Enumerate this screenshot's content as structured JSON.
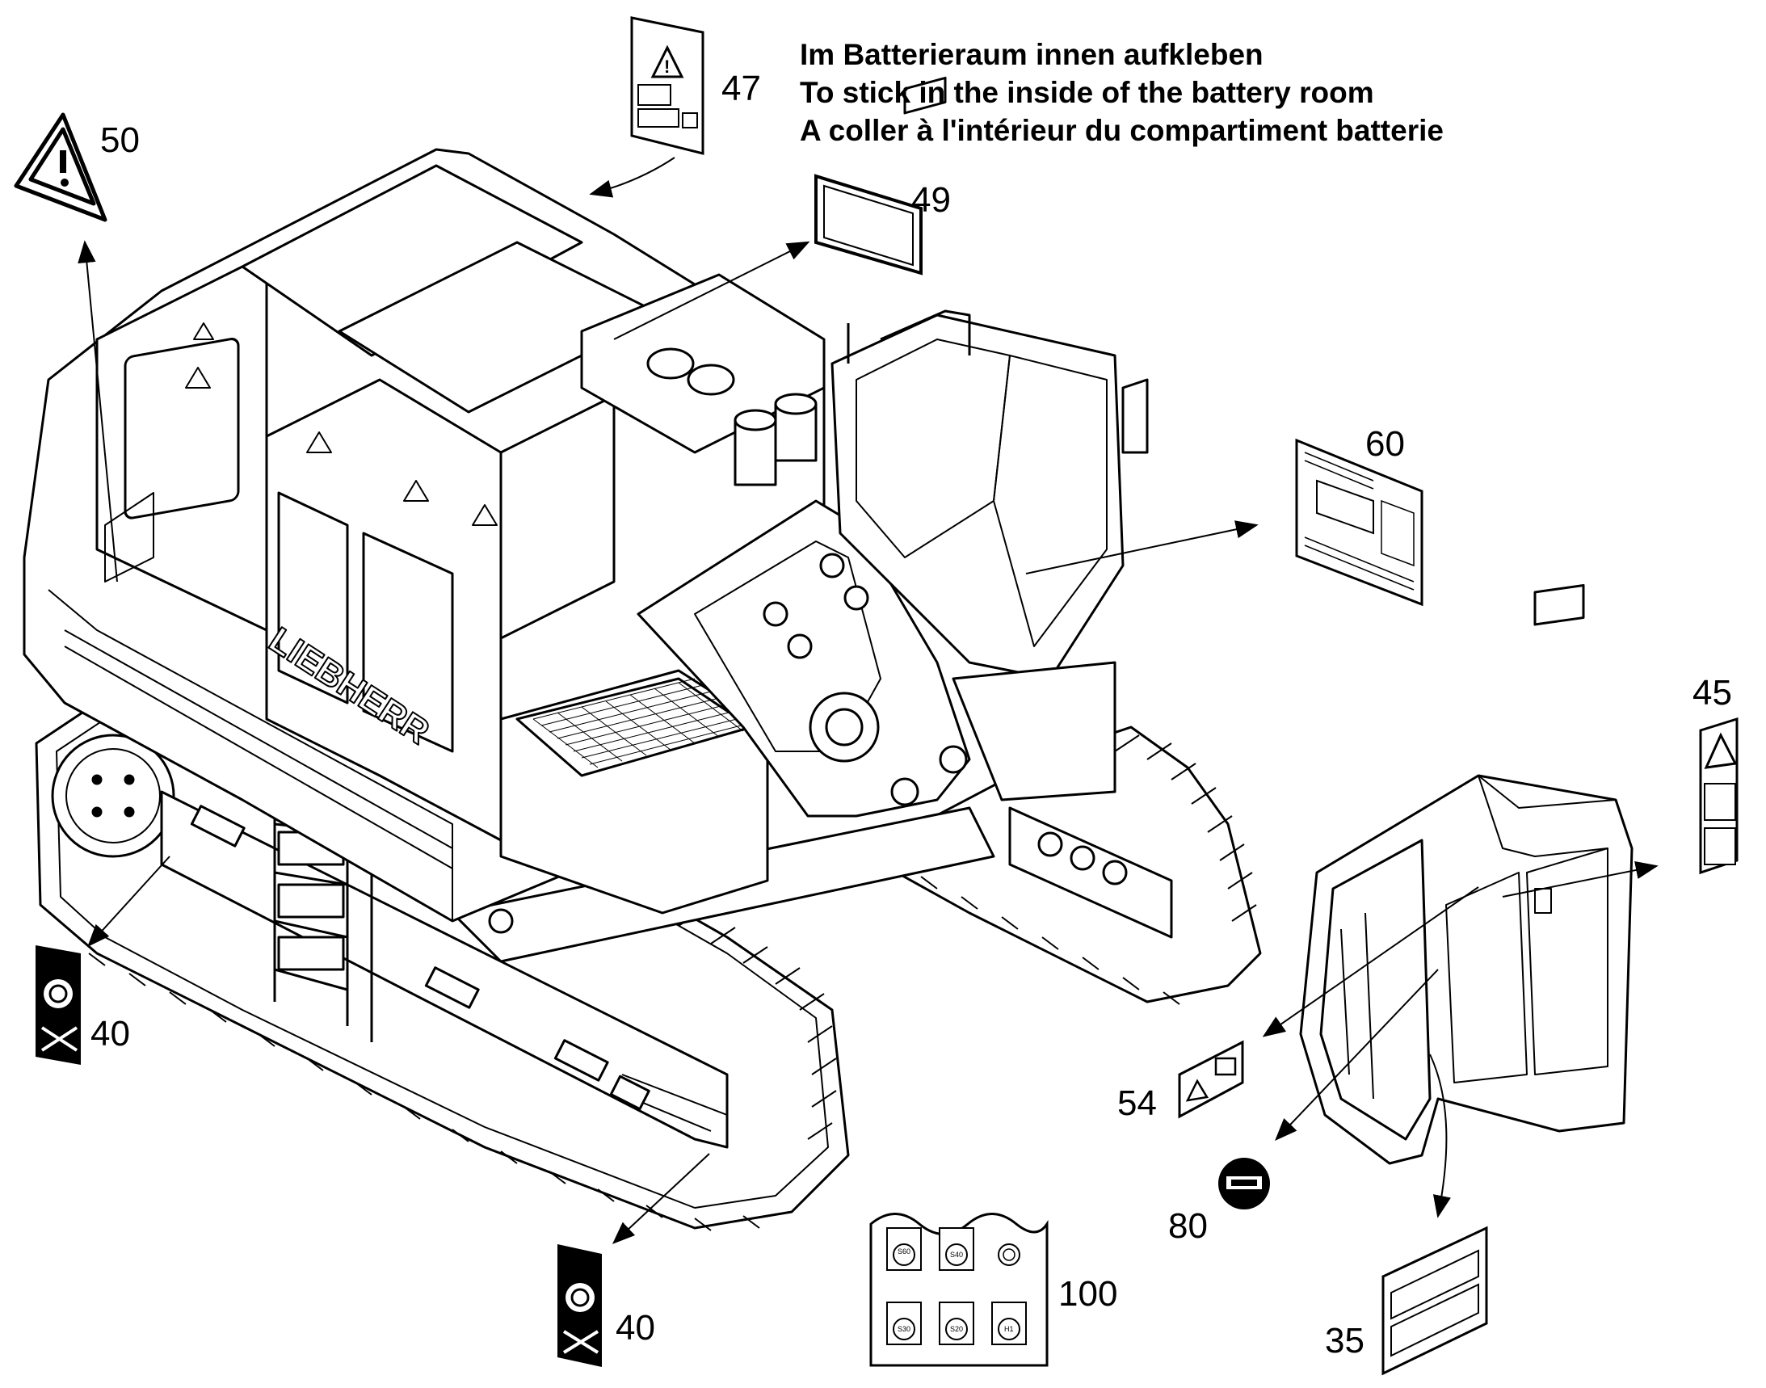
{
  "battery_note": {
    "line_de": "Im Batterieraum innen aufkleben",
    "line_en": "To stick in the inside of the battery room",
    "line_fr": "A coller à l'intérieur du compartiment batterie"
  },
  "callouts": {
    "c47": "47",
    "c50": "50",
    "c49": "49",
    "c60": "60",
    "c45": "45",
    "c40_left": "40",
    "c40_bottom": "40",
    "c54": "54",
    "c80": "80",
    "c100": "100",
    "c35": "35"
  },
  "machine_brand": "LIEBHERR",
  "switch_panel_labels": [
    "S60",
    "S40",
    "S30",
    "S20",
    "H1"
  ],
  "icons": {
    "warning_sign": "warning-triangle-icon",
    "manual_sign": "book-icon",
    "no_entry_sign": "prohibition-icon",
    "blank_label": "blank-label"
  }
}
